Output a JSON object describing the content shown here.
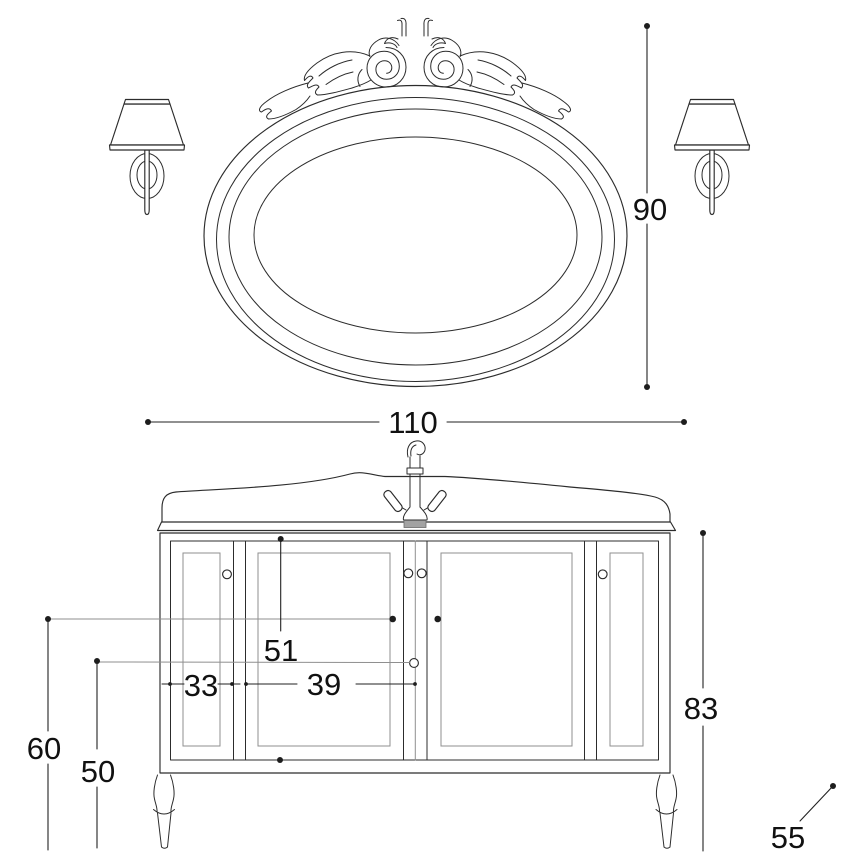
{
  "drawing": {
    "background": "#ffffff",
    "line_color": "#2c2c2c",
    "light_line_color": "#8f8f8f",
    "label_color": "#111111"
  },
  "dimension_labels": [
    {
      "id": "overall-width",
      "value": "110"
    },
    {
      "id": "mirror-height",
      "value": "90"
    },
    {
      "id": "cabinet-height",
      "value": "83"
    },
    {
      "id": "depth",
      "value": "55"
    },
    {
      "id": "height-60",
      "value": "60"
    },
    {
      "id": "height-50",
      "value": "50"
    },
    {
      "id": "inner-height-51",
      "value": "51"
    },
    {
      "id": "door-width-33",
      "value": "33"
    },
    {
      "id": "door-width-39",
      "value": "39"
    }
  ]
}
